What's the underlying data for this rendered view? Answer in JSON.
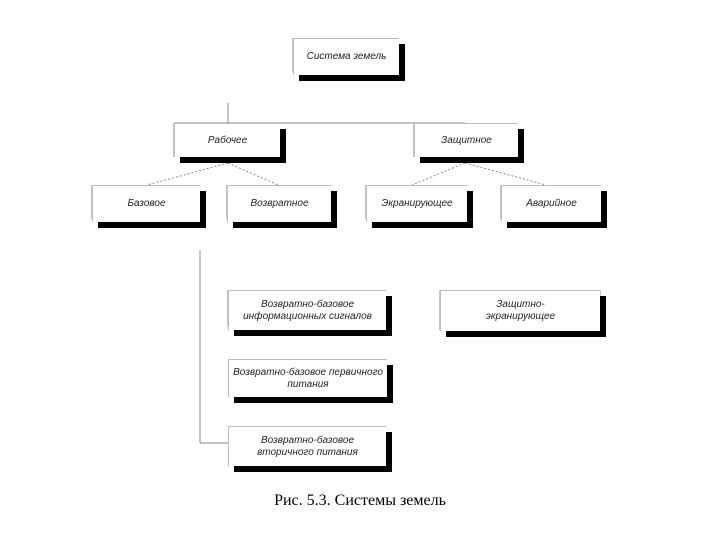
{
  "diagram": {
    "root": "Система земель",
    "level1": {
      "working": "Рабочее",
      "protective": "Защитное"
    },
    "level2": {
      "base": "Базовое",
      "return": "Возвратное",
      "shielding": "Экранирующее",
      "emergency": "Аварийное"
    },
    "return_children": {
      "info_signals": "Возвратно-базовое информационных сигналов",
      "primary_power": "Возвратно-базовое первичного питания",
      "secondary_power": "Возвратно-базовое вторичного питания"
    },
    "protective_shielding": "Защитно-экранирующее"
  },
  "caption": "Рис. 5.3. Системы земель"
}
